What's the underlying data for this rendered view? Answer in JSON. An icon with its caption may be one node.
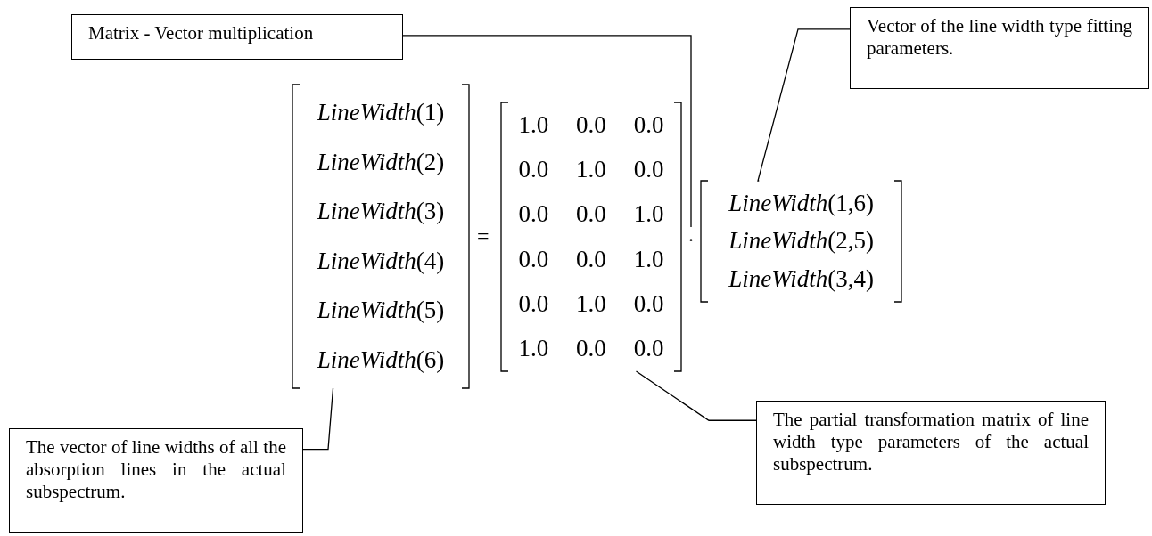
{
  "diagram": {
    "nodes": [
      {
        "text": [
          "Matrix - Vector multiplication"
        ]
      },
      {
        "text": [
          "Vector of the line width type fitting parameters."
        ]
      },
      {
        "text": [
          "*LineWidth*(1)",
          "*LineWidth*(2)",
          "*LineWidth*(3)",
          "*LineWidth*(4)",
          "*LineWidth*(5)",
          "*LineWidth*(6)"
        ]
      },
      {
        "text": [
          "1.0",
          "0.0",
          "0.0",
          "0.0",
          "1.0",
          "0.0",
          "0.0",
          "0.0",
          "1.0",
          "0.0",
          "0.0",
          "1.0",
          "0.0",
          "1.0",
          "0.0",
          "1.0",
          "0.0",
          "0.0"
        ]
      },
      {
        "text": [
          "·"
        ]
      },
      {
        "text": [
          "*LineWidth*(1,6)",
          "*LineWidth*(2,5)",
          "*LineWidth*(3,4)"
        ]
      },
      {
        "text": [
          "The vector of line widths of all the absorption lines in the actual subspectrum."
        ]
      },
      {
        "text": [
          "The partial transformation matrix of line width type parameters of the actual subspectrum."
        ]
      }
    ],
    "edges": [
      {
        "from": 0,
        "to": 4,
        "arrow": "none"
      },
      {
        "from": 1,
        "to": 5,
        "arrow": "none"
      },
      {
        "from": 6,
        "to": 2,
        "arrow": "none"
      },
      {
        "from": 7,
        "to": 3,
        "arrow": "none"
      }
    ],
    "labels": [
      "="
    ]
  }
}
